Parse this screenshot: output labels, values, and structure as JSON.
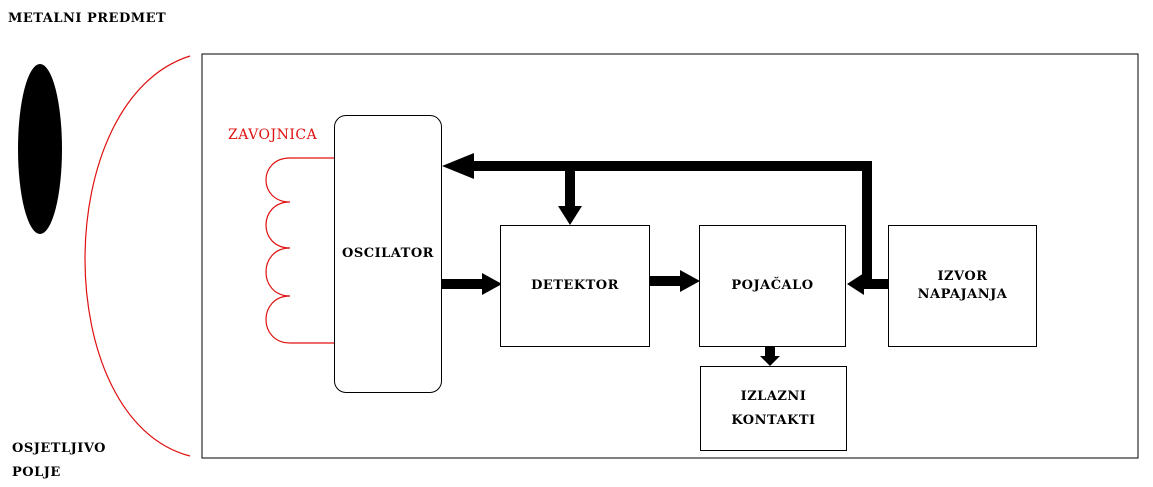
{
  "labels": {
    "metal_object": "METALNI PREDMET",
    "sensitive_field_line1": "OSJETLJIVO",
    "sensitive_field_line2": "POLJE",
    "coil": "ZAVOJNICA"
  },
  "blocks": {
    "oscillator": "OSCILATOR",
    "detector": "DETEKTOR",
    "amplifier": "POJAČALO",
    "power_supply_line1": "IZVOR",
    "power_supply_line2": "NAPAJANJA",
    "output_contacts_line1": "IZLAZNI",
    "output_contacts_line2": "KONTAKTI"
  },
  "colors": {
    "coil": "#e01010",
    "field": "#e01010",
    "arrows": "#000000"
  }
}
